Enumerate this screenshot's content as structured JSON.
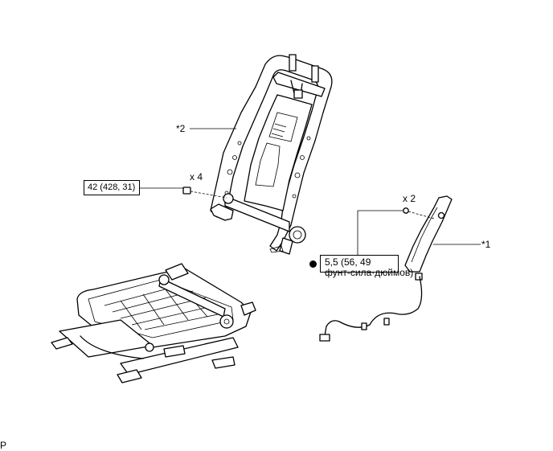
{
  "callouts": {
    "item1": "*1",
    "item2": "*2"
  },
  "fasteners": {
    "bolt_count": "x 4",
    "bolt_torque": "42 (428, 31)",
    "nut_count": "x 2",
    "nut_torque_line1": "5,5 (56, 49",
    "nut_torque_line2": "фунт-сила·дюймов)"
  },
  "corner_label": "P",
  "icons": [
    "bolt-icon",
    "nut-icon",
    "torque-dot-icon"
  ]
}
